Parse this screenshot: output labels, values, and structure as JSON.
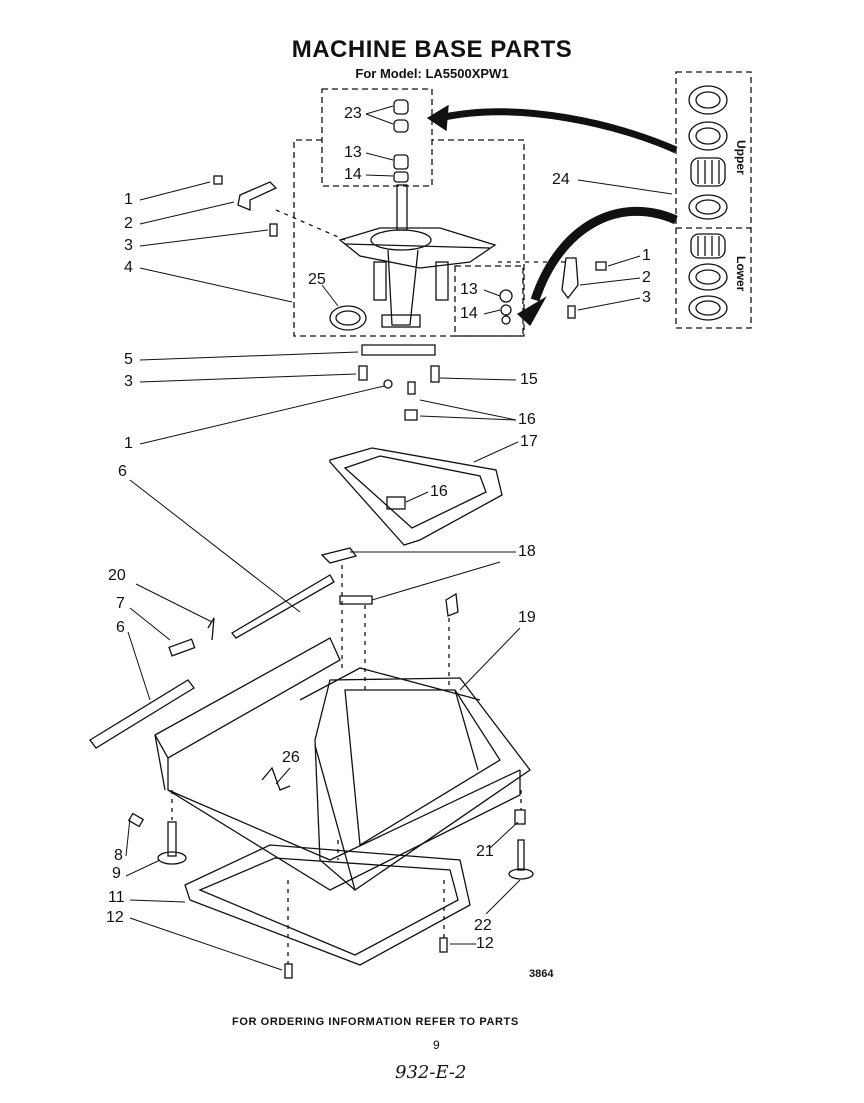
{
  "header": {
    "title": "MACHINE BASE PARTS",
    "subtitle": "For Model: LA5500XPW1"
  },
  "bearing_box": {
    "upper_label": "Upper",
    "lower_label": "Lower"
  },
  "callouts": [
    "1",
    "2",
    "3",
    "4",
    "5",
    "3",
    "1",
    "6",
    "20",
    "7",
    "6",
    "8",
    "9",
    "11",
    "12",
    "23",
    "13",
    "14",
    "25",
    "24",
    "1",
    "2",
    "3",
    "13",
    "14",
    "15",
    "16",
    "17",
    "16",
    "18",
    "19",
    "26",
    "21",
    "22",
    "12"
  ],
  "footer": {
    "drawing_code": "3864",
    "ordering_note": "FOR ORDERING INFORMATION REFER TO PARTS",
    "page_number": "9",
    "handwritten_note": "932-E-2"
  }
}
